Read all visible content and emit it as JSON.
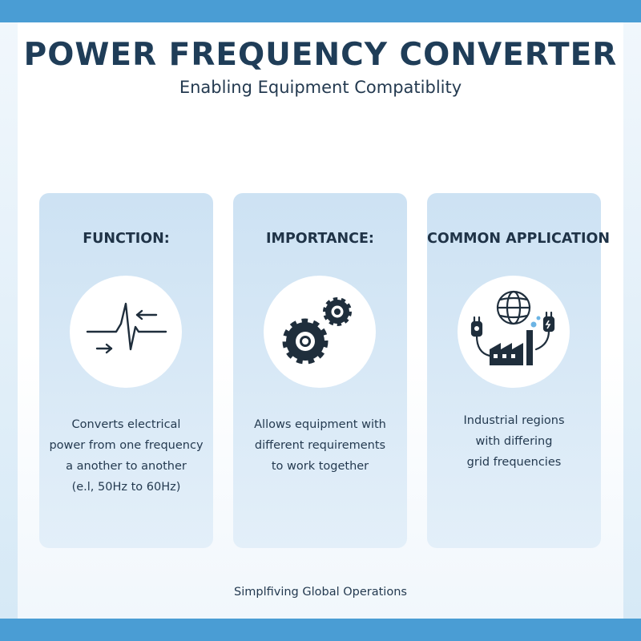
{
  "title": "POWER FREQUENCY CONVERTER",
  "subtitle": "Enabling Equipment Compatiblity",
  "cards": [
    {
      "heading": "FUNCTION:",
      "icon": "frequency-conversion-icon",
      "lines": [
        "Converts electrical",
        "power from one frequency",
        "a another to another",
        "(e.l, 50Hz to 60Hz)"
      ]
    },
    {
      "heading": "IMPORTANCE:",
      "icon": "gears-icon",
      "lines": [
        "Allows equipment with",
        "different requirements",
        "to work together"
      ]
    },
    {
      "heading": "COMMON APPLICATION",
      "icon": "industrial-grid-icon",
      "lines": [
        "Industrial regions",
        "with differing",
        "grid frequencies"
      ]
    }
  ],
  "footer": "Simplfiving Global Operations",
  "colors": {
    "frame": "#4a9dd4",
    "card": "#d8e8f5",
    "title": "#1f3d58",
    "text": "#243a50",
    "icon": "#1f2e3c"
  }
}
